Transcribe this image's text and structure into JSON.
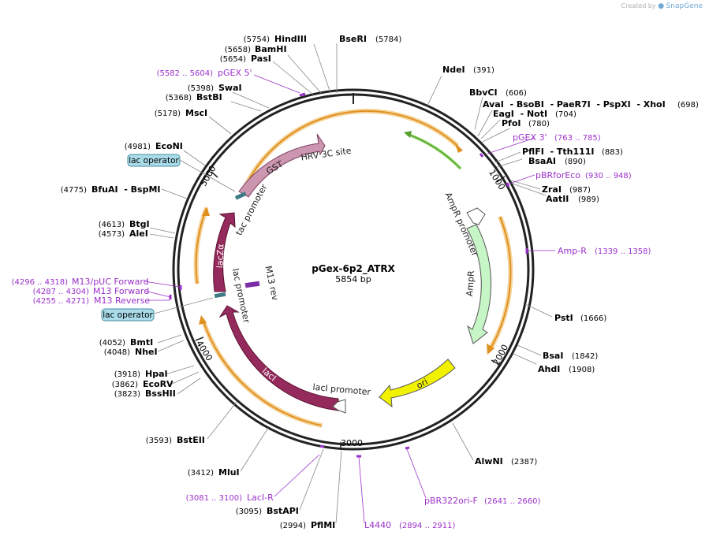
{
  "credit": {
    "prefix": "Created by",
    "brand": "SnapGene"
  },
  "plasmid": {
    "name": "pGex-6p2_ATRX",
    "size_text": "5854 bp",
    "length": 5854
  },
  "colors": {
    "primer": "#9b30c9",
    "ori": "#f2f200",
    "ampr": "#c6f5c6",
    "lacI": "#952b5c",
    "gst": "#cc95b0",
    "orf": "#f0a020",
    "operator": "#a9dbe8"
  },
  "ticks": [
    "1000",
    "2000",
    "3000",
    "4000",
    "5000"
  ],
  "sites_right": [
    {
      "name": "BseRI",
      "pos": "(5784)"
    },
    {
      "name": "NdeI",
      "pos": "(391)"
    },
    {
      "name": "BbvCI",
      "pos": "(606)"
    },
    {
      "name": "AvaI  - BsoBI  - PaeR7I  - PspXI  - XhoI",
      "pos": "(698)"
    },
    {
      "name": "EagI  - NotI",
      "pos": "(704)"
    },
    {
      "name": "PfoI",
      "pos": "(780)"
    },
    {
      "name": "PflFI  - Tth111I",
      "pos": "(883)"
    },
    {
      "name": "BsaAI",
      "pos": "(890)"
    },
    {
      "name": "ZraI",
      "pos": "(987)"
    },
    {
      "name": "AatII",
      "pos": "(989)"
    },
    {
      "name": "PstI",
      "pos": "(1666)"
    },
    {
      "name": "BsaI",
      "pos": "(1842)"
    },
    {
      "name": "AhdI",
      "pos": "(1908)"
    },
    {
      "name": "AlwNI",
      "pos": "(2387)"
    }
  ],
  "sites_left": [
    {
      "name": "HindIII",
      "pos": "(5754)"
    },
    {
      "name": "BamHI",
      "pos": "(5658)"
    },
    {
      "name": "PasI",
      "pos": "(5654)"
    },
    {
      "name": "SwaI",
      "pos": "(5398)"
    },
    {
      "name": "BstBI",
      "pos": "(5368)"
    },
    {
      "name": "MscI",
      "pos": "(5178)"
    },
    {
      "name": "EcoNI",
      "pos": "(4981)"
    },
    {
      "name": "BfuAI  - BspMI",
      "pos": "(4775)"
    },
    {
      "name": "BtgI",
      "pos": "(4613)"
    },
    {
      "name": "AleI",
      "pos": "(4573)"
    },
    {
      "name": "BmtI",
      "pos": "(4052)"
    },
    {
      "name": "NheI",
      "pos": "(4048)"
    },
    {
      "name": "HpaI",
      "pos": "(3918)"
    },
    {
      "name": "EcoRV",
      "pos": "(3862)"
    },
    {
      "name": "BssHII",
      "pos": "(3823)"
    },
    {
      "name": "BstEII",
      "pos": "(3593)"
    },
    {
      "name": "MluI",
      "pos": "(3412)"
    },
    {
      "name": "BstAPI",
      "pos": "(3095)"
    },
    {
      "name": "PflMI",
      "pos": "(2994)"
    }
  ],
  "primers": [
    {
      "name": "pGEX 5'",
      "pos": "(5582 .. 5604)"
    },
    {
      "name": "pGEX 3'",
      "pos": "(763 .. 785)"
    },
    {
      "name": "pBRforEco",
      "pos": "(930 .. 948)"
    },
    {
      "name": "Amp-R",
      "pos": "(1339 .. 1358)"
    },
    {
      "name": "pBR322ori-F",
      "pos": "(2641 .. 2660)"
    },
    {
      "name": "L4440",
      "pos": "(2894 .. 2911)"
    },
    {
      "name": "LacI-R",
      "pos": "(3081 .. 3100)"
    },
    {
      "name": "M13/pUC Forward",
      "pos": "(4296 .. 4318)"
    },
    {
      "name": "M13 Forward",
      "pos": "(4287 .. 4304)"
    },
    {
      "name": "M13 Reverse",
      "pos": "(4255 .. 4271)"
    }
  ],
  "operators": [
    "lac operator",
    "lac operator"
  ],
  "features": {
    "gst": "GST",
    "hrv": "HRV 3C site",
    "tac": "tac promoter",
    "ampr_promoter": "AmpR promoter",
    "ampr": "AmpR",
    "ori": "ori",
    "laci_promoter": "lacI promoter",
    "laci": "lacI",
    "lac_promoter": "lac promoter",
    "lacza": "lacZα",
    "m13rev": "M13 rev"
  }
}
